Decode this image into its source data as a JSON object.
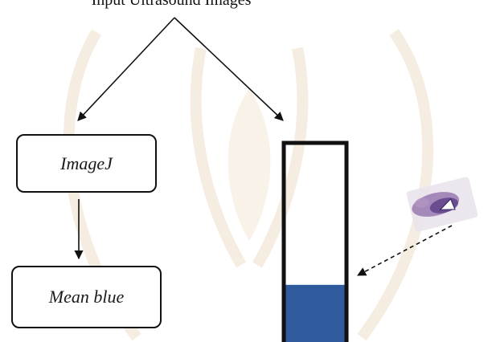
{
  "top_label": "Input Ultrasound Images",
  "imagej_box": {
    "label": "ImageJ"
  },
  "mean_blue_box": {
    "label": "Mean blue"
  },
  "gauge": {
    "fill_fraction": 0.32,
    "fill_color": "#2f5a9e",
    "frame_color": "#111111"
  },
  "thumbnail": {
    "icon": "stained-sample-icon"
  },
  "watermark": {
    "color": "#f3e6d6"
  }
}
